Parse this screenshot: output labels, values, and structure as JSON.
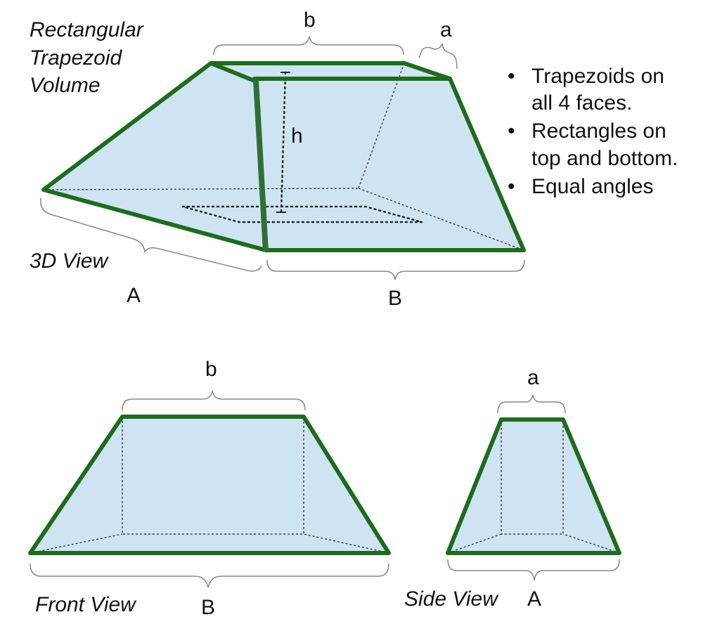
{
  "title_lines": [
    "Rectangular",
    "Trapezoid",
    "Volume"
  ],
  "labels": {
    "top_b": "b",
    "top_a": "a",
    "height": "h",
    "big_A": "A",
    "big_B": "B",
    "front_b": "b",
    "front_B": "B",
    "side_a": "a",
    "side_A": "A"
  },
  "views": {
    "three_d": "3D View",
    "front": "Front View",
    "side": "Side View"
  },
  "bullets": [
    {
      "symbol": "•",
      "lines": [
        "Trapezoids on",
        "all 4 faces."
      ]
    },
    {
      "symbol": "•",
      "lines": [
        "Rectangles on",
        "top and bottom."
      ]
    },
    {
      "symbol": "•",
      "lines": [
        "Equal angles"
      ]
    }
  ],
  "colors": {
    "fill": "#cfe4f2",
    "edge": "#1e6b1e",
    "brace": "#888888"
  }
}
